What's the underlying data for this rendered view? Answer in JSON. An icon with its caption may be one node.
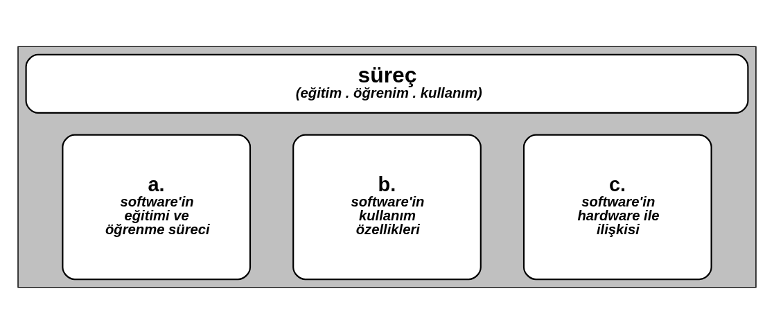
{
  "diagram": {
    "nodes": [
      {
        "text": [],
        "shape": "box"
      },
      {
        "text": [
          "süreç",
          "(eğitim . öğrenim . kullanım)"
        ],
        "in": 0
      },
      {
        "text": [
          "a.",
          "software'in eğitimi ve öğrenme süreci"
        ],
        "in": 0
      },
      {
        "text": [
          "b.",
          "software'in kullanım özellikleri"
        ],
        "in": 0
      },
      {
        "text": [
          "c.",
          "software'in hardware ile ilişkisi"
        ],
        "in": 0
      }
    ],
    "edges": []
  }
}
